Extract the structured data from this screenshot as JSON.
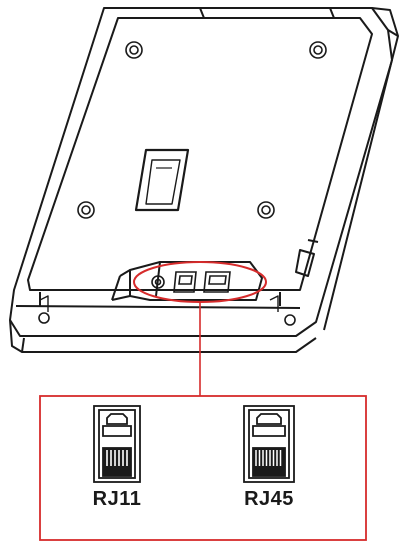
{
  "ports": [
    {
      "id": "rj11",
      "label": "RJ11"
    },
    {
      "id": "rj45",
      "label": "RJ45"
    }
  ],
  "colors": {
    "line": "#1a1a1a",
    "highlight": "#d62b2b",
    "background": "#ffffff"
  },
  "icons": [
    "device-body-icon",
    "mounting-screw-icon",
    "rj11-jack-icon",
    "rj45-jack-icon"
  ]
}
